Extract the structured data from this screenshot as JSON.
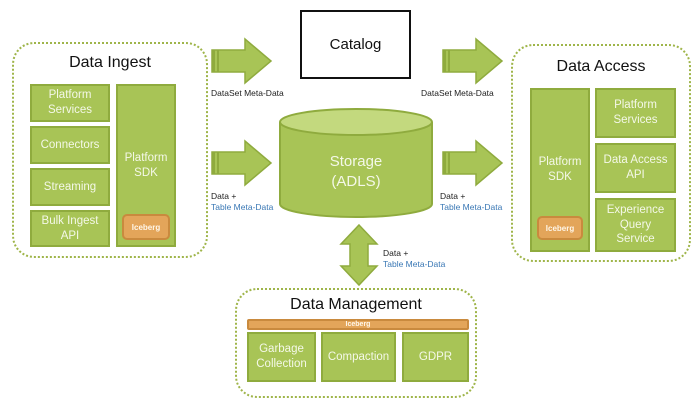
{
  "catalog": {
    "title": "Catalog"
  },
  "storage": {
    "line1": "Storage",
    "line2": "(ADLS)"
  },
  "data_ingest": {
    "title": "Data Ingest",
    "items": [
      "Platform Services",
      "Connectors",
      "Streaming",
      "Bulk Ingest API"
    ],
    "sdk": "Platform SDK",
    "iceberg": "Iceberg"
  },
  "data_access": {
    "title": "Data Access",
    "sdk": "Platform SDK",
    "iceberg": "Iceberg",
    "items": [
      "Platform Services",
      "Data Access API",
      "Experience Query Service"
    ]
  },
  "data_management": {
    "title": "Data Management",
    "iceberg": "Iceberg",
    "items": [
      "Garbage Collection",
      "Compaction",
      "GDPR"
    ]
  },
  "arrows": {
    "ingest_to_catalog": {
      "line1": "DataSet Meta-Data"
    },
    "catalog_to_access": {
      "line1": "DataSet Meta-Data"
    },
    "ingest_to_storage": {
      "line1": "Data +",
      "line2": "Table Meta-Data"
    },
    "storage_to_access": {
      "line1": "Data +",
      "line2": "Table Meta-Data"
    },
    "storage_management": {
      "line1": "Data +",
      "line2": "Table Meta-Data"
    }
  },
  "colors": {
    "green": "#a8c456",
    "green_border": "#8fab3e",
    "orange": "#e3a55a",
    "label_blue": "#3a78b5"
  }
}
